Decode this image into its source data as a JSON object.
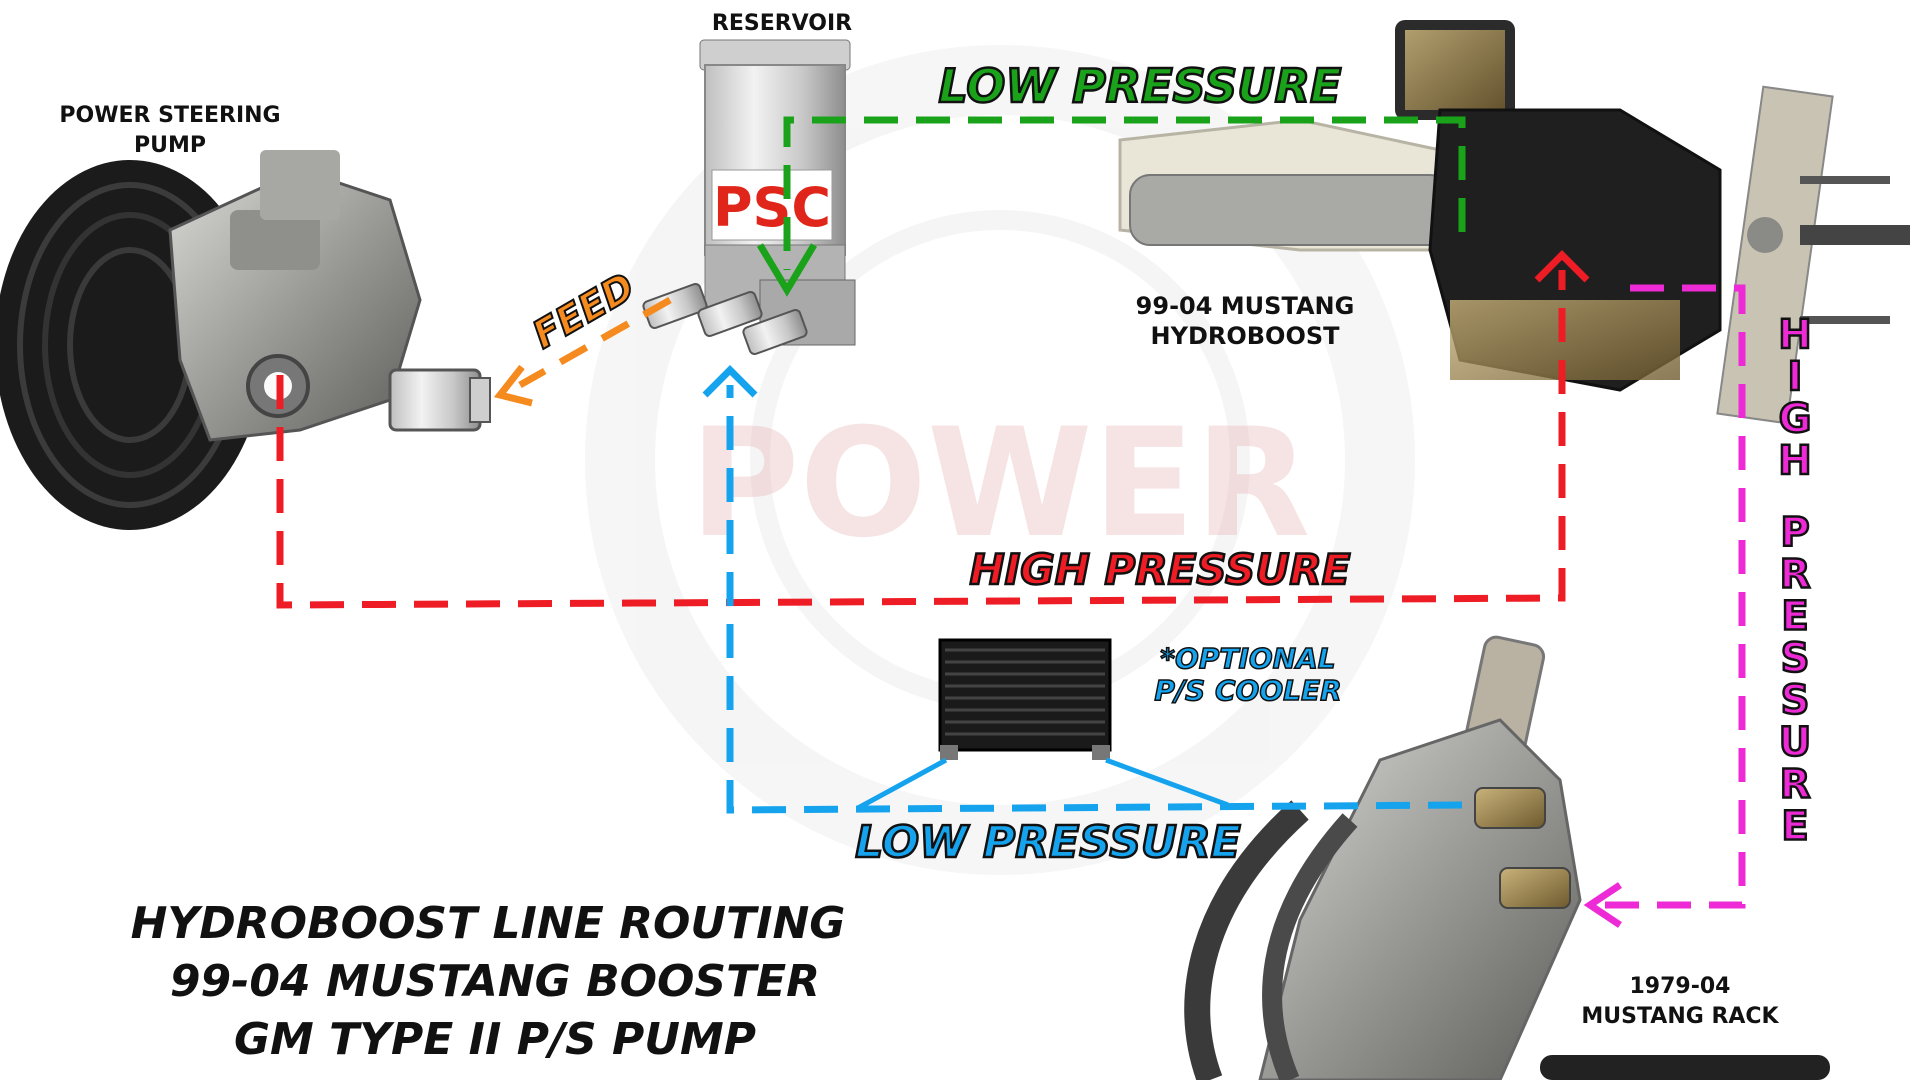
{
  "title": {
    "lines": [
      "HYDROBOOST LINE ROUTING",
      "99-04 MUSTANG BOOSTER",
      "GM TYPE II P/S PUMP"
    ]
  },
  "components": {
    "pump": [
      "POWER STEERING",
      "PUMP"
    ],
    "reservoir": "RESERVOIR",
    "reservoir_badge": "PSC",
    "hydroboost": [
      "99-04 MUSTANG",
      "HYDROBOOST"
    ],
    "rack": [
      "1979-04",
      "MUSTANG RACK"
    ],
    "cooler": [
      "*OPTIONAL",
      "P/S COOLER"
    ]
  },
  "lines": {
    "feed": "FEED",
    "low_pressure_top": "LOW PRESSURE",
    "high_pressure_middle": "HIGH PRESSURE",
    "high_pressure_vertical": "HIGH PRESSURE",
    "low_pressure_bottom": "LOW PRESSURE"
  },
  "watermark": "POWER",
  "colors": {
    "feed": "#f58a1f",
    "low_pressure_return": "#1aa31a",
    "high_pressure_pump": "#ee1c24",
    "high_pressure_rack": "#ee2ad6",
    "low_pressure_rack": "#16a3ee",
    "outline": "#111111"
  }
}
